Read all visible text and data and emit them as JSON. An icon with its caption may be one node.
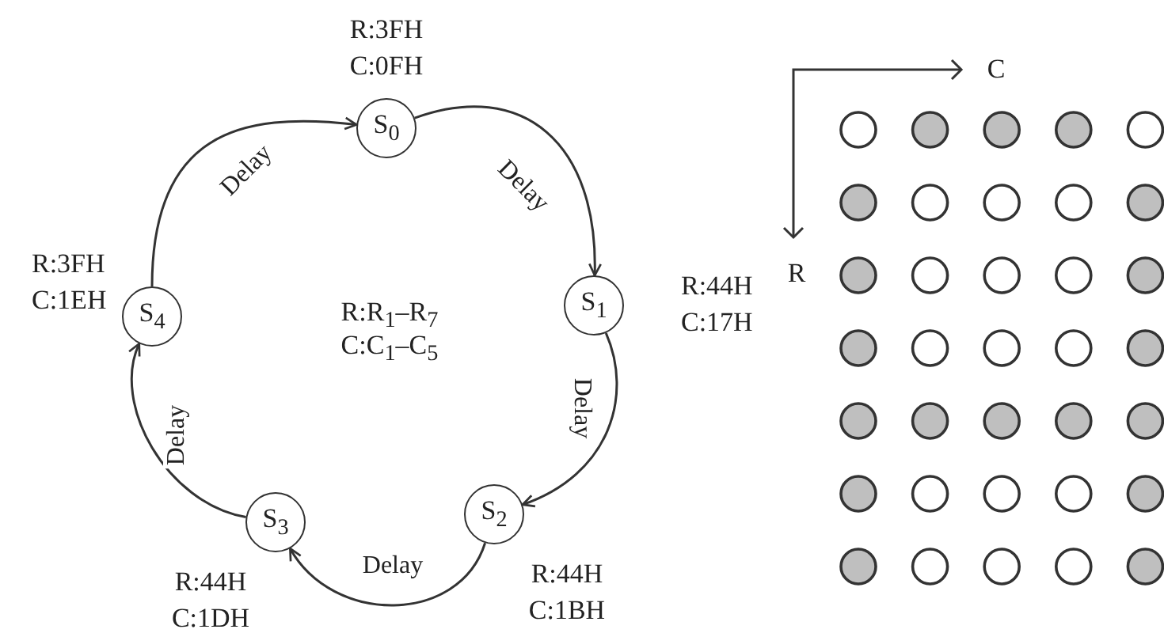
{
  "diagram": {
    "nodes": [
      {
        "text": [
          "S$_{0}$"
        ],
        "beside": [
          "R:3FH",
          "C:0FH"
        ]
      },
      {
        "text": [
          "S$_{1}$"
        ],
        "beside": [
          "R:44H",
          "C:17H"
        ]
      },
      {
        "text": [
          "S$_{2}$"
        ],
        "beside": [
          "R:44H",
          "C:1BH"
        ]
      },
      {
        "text": [
          "S$_{3}$"
        ],
        "beside": [
          "R:44H",
          "C:1DH"
        ]
      },
      {
        "text": [
          "S$_{4}$"
        ],
        "beside": [
          "R:3FH",
          "C:1EH"
        ]
      }
    ],
    "edges": [
      {
        "from": 0,
        "to": 1,
        "arrow": "to",
        "label": "Delay"
      },
      {
        "from": 1,
        "to": 2,
        "arrow": "to",
        "label": "Delay"
      },
      {
        "from": 2,
        "to": 3,
        "arrow": "to",
        "label": "Delay"
      },
      {
        "from": 3,
        "to": 4,
        "arrow": "to",
        "label": "Delay"
      },
      {
        "from": 4,
        "to": 0,
        "arrow": "to",
        "label": "Delay"
      }
    ],
    "labels": [
      "R:R$_{1}$–R$_{7}$",
      "C:C$_{1}$–C$_{5}$",
      "C",
      "R"
    ]
  }
}
